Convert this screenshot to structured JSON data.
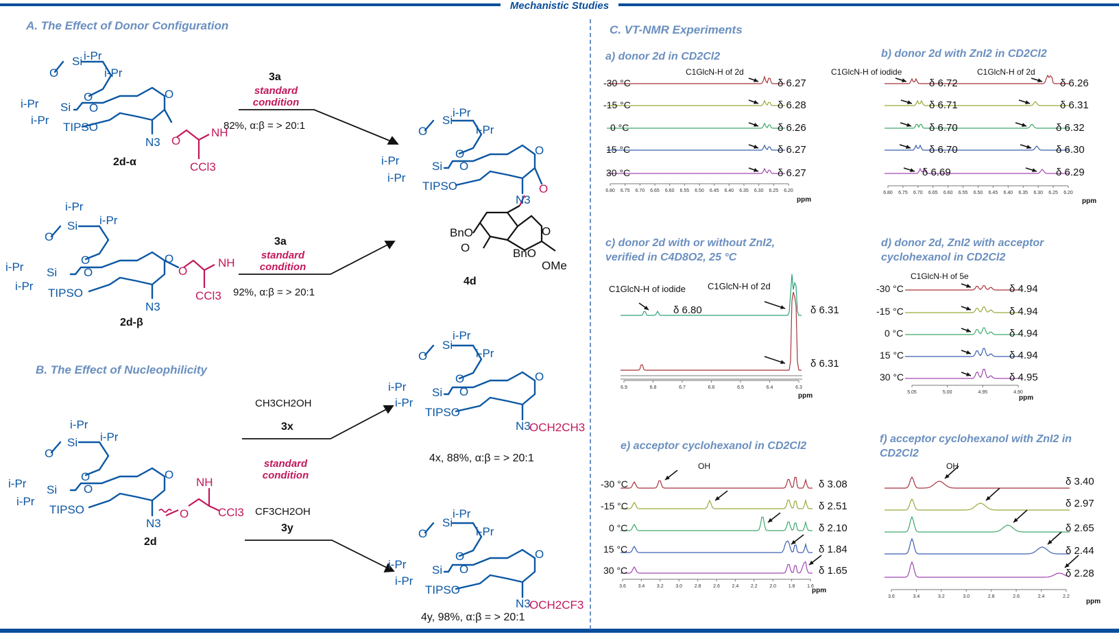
{
  "header": {
    "title": "Mechanistic Studies"
  },
  "sections": {
    "A": "A. The Effect of Donor Configuration",
    "B": "B. The Effect of Nucleophilicity",
    "C": "C. VT-NMR Experiments"
  },
  "molecule_text": {
    "ipr": "i-Pr",
    "o": "O",
    "si": "Si",
    "tipso": "TIPSO",
    "n3": "N3",
    "nh": "NH",
    "ccl3": "CCl3",
    "bno": "BnO",
    "ome": "OMe",
    "ethoxy": "OCH2CH3",
    "tfethoxy": "OCH2CF3"
  },
  "compounds": {
    "d2a": "2d-α",
    "d2b": "2d-β",
    "d4d": "4d",
    "d2d": "2d"
  },
  "reactions": {
    "r1": {
      "reagent": "3a",
      "condition": "standard condition",
      "result": "82%, α:β = > 20:1"
    },
    "r2": {
      "reagent": "3a",
      "condition": "standard condition",
      "result": "92%, α:β = > 20:1"
    },
    "r3": {
      "reagent_formula": "CH3CH2OH",
      "reagent": "3x",
      "product": "4x, 88%, α:β = > 20:1"
    },
    "cond_B": "standard condition",
    "r4": {
      "reagent_formula": "CF3CH2OH",
      "reagent": "3y",
      "product": "4y, 98%, α:β = > 20:1"
    }
  },
  "nmr_panels": [
    {
      "id": "a",
      "title": "a) donor 2d in CD2Cl2",
      "annot": [
        "C1GlcN-H of 2d"
      ],
      "temps": [
        "-30 °C",
        "-15 °C",
        "0 °C",
        "15 °C",
        "30 °C"
      ],
      "shifts": [
        "δ 6.27",
        "δ 6.28",
        "δ 6.26",
        "δ 6.27",
        "δ 6.27"
      ],
      "ticks": [
        "6.80",
        "6.75",
        "6.70",
        "6.65",
        "6.60",
        "6.55",
        "6.50",
        "6.45",
        "6.40",
        "6.35",
        "6.30",
        "6.25",
        "6.20"
      ],
      "unit": "ppm"
    },
    {
      "id": "b",
      "title": "b) donor 2d with ZnI2 in CD2Cl2",
      "annot": [
        "C1GlcN-H of iodide",
        "C1GlcN-H of 2d"
      ],
      "shifts_left": [
        "δ 6.72",
        "δ 6.71",
        "δ 6.70",
        "δ 6.70",
        "δ 6.69"
      ],
      "shifts_right": [
        "δ 6.26",
        "δ 6.31",
        "δ 6.32",
        "δ 6.30",
        "δ 6.29"
      ],
      "ticks": [
        "6.80",
        "6.75",
        "6.70",
        "6.65",
        "6.60",
        "6.55",
        "6.50",
        "6.45",
        "6.40",
        "6.35",
        "6.30",
        "6.25",
        "6.20"
      ],
      "unit": "ppm"
    },
    {
      "id": "c",
      "title": "c) donor 2d with or without ZnI2, verified in C4D8O2, 25 °C",
      "annot": [
        "C1GlcN-H of iodide",
        "C1GlcN-H of 2d"
      ],
      "shifts": [
        "δ 6.80",
        "δ 6.31",
        "δ 6.31"
      ],
      "ticks": [
        "6.9",
        "6.8",
        "6.7",
        "6.6",
        "6.5",
        "6.4",
        "6.3"
      ],
      "unit": "ppm"
    },
    {
      "id": "d",
      "title": "d) donor 2d, ZnI2 with acceptor cyclohexanol in CD2Cl2",
      "annot": [
        "C1GlcN-H of 5e"
      ],
      "temps": [
        "-30 °C",
        "-15 °C",
        "0 °C",
        "15 °C",
        "30 °C"
      ],
      "shifts": [
        "δ 4.94",
        "δ 4.94",
        "δ 4.94",
        "δ 4.94",
        "δ 4.95"
      ],
      "ticks": [
        "5.05",
        "5.00",
        "4.95",
        "4.90"
      ],
      "unit": "ppm"
    },
    {
      "id": "e",
      "title": "e) acceptor cyclohexanol in CD2Cl2",
      "annot": [
        "OH"
      ],
      "temps": [
        "-30 °C",
        "-15 °C",
        "0 °C",
        "15 °C",
        "30 °C"
      ],
      "shifts": [
        "δ 3.08",
        "δ 2.51",
        "δ 2.10",
        "δ 1.84",
        "δ 1.65"
      ],
      "ticks": [
        "3.6",
        "3.4",
        "3.2",
        "3.0",
        "2.8",
        "2.6",
        "2.4",
        "2.2",
        "2.0",
        "1.8",
        "1.6"
      ],
      "unit": "ppm"
    },
    {
      "id": "f",
      "title": "f) acceptor cyclohexanol with ZnI2 in CD2Cl2",
      "annot": [
        "OH"
      ],
      "shifts": [
        "δ 3.40",
        "δ 2.97",
        "δ 2.65",
        "δ 2.44",
        "δ 2.28"
      ],
      "ticks": [
        "3.6",
        "3.4",
        "3.2",
        "3.0",
        "2.8",
        "2.6",
        "2.4",
        "2.2"
      ],
      "unit": "ppm"
    }
  ],
  "colors": {
    "title_blue": "#0a4e9b",
    "section": "#6a8fbf",
    "mol_blue": "#0b57a4",
    "pink": "#c2185b",
    "spectra": [
      "#a8333b",
      "#9aa83b",
      "#3fa86a",
      "#3b5fb0",
      "#a047b0"
    ],
    "c_top": "#2aa37a",
    "c_bottom": "#a8333b"
  }
}
